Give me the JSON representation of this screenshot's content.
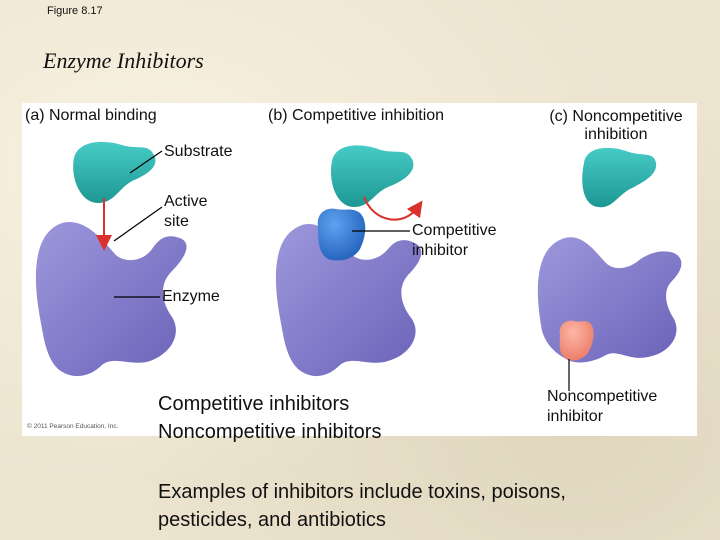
{
  "figure_label": "Figure 8.17",
  "title": "Enzyme Inhibitors",
  "panels": {
    "a": "(a) Normal binding",
    "b": "(b) Competitive inhibition",
    "c_line1": "(c) Noncompetitive",
    "c_line2": "inhibition"
  },
  "callouts": {
    "substrate": "Substrate",
    "active_site_1": "Active",
    "active_site_2": "site",
    "enzyme": "Enzyme",
    "competitive_1": "Competitive",
    "competitive_2": "inhibitor",
    "noncompetitive_1": "Noncompetitive",
    "noncompetitive_2": "inhibitor"
  },
  "copyright": "© 2011 Pearson Education, Inc.",
  "body": {
    "line1": "Competitive inhibitors",
    "line2": "Noncompetitive inhibitors"
  },
  "examples": "Examples of inhibitors include toxins, poisons, pesticides, and antibiotics",
  "colors": {
    "enzyme": "#7f78c9",
    "substrate": "#27b0ad",
    "competitive_inhibitor": "#2f73cc",
    "noncompetitive_inhibitor": "#f3927e",
    "arrow": "#d9312b"
  }
}
